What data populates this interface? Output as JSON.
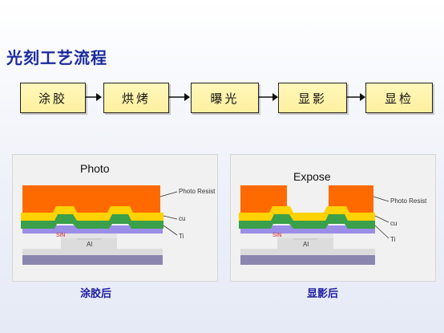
{
  "title": "光刻工艺流程",
  "flow": {
    "steps": [
      "涂胶",
      "烘烤",
      "曝光",
      "显影",
      "显检"
    ]
  },
  "panels": [
    {
      "heading": "Photo",
      "labels": {
        "photoresist": "Photo Resist",
        "cu": "cu",
        "ti": "Ti",
        "sin": "SiN",
        "al": "Al"
      },
      "caption": "涂胶后"
    },
    {
      "heading": "Expose",
      "labels": {
        "photoresist": "Photo Resist",
        "cu": "cu",
        "ti": "Ti",
        "sin": "SiN",
        "al": "Al"
      },
      "caption": "显影后"
    }
  ],
  "colors": {
    "title": "#1a2a9c",
    "flow_box_fill": "#fff3a8",
    "photoresist": "#ff6a00",
    "cu": "#ffd200",
    "ti": "#3aa04a",
    "sin": "#9b8ee8",
    "substrate": "#8a86b0",
    "caption": "#1a1aa0"
  }
}
